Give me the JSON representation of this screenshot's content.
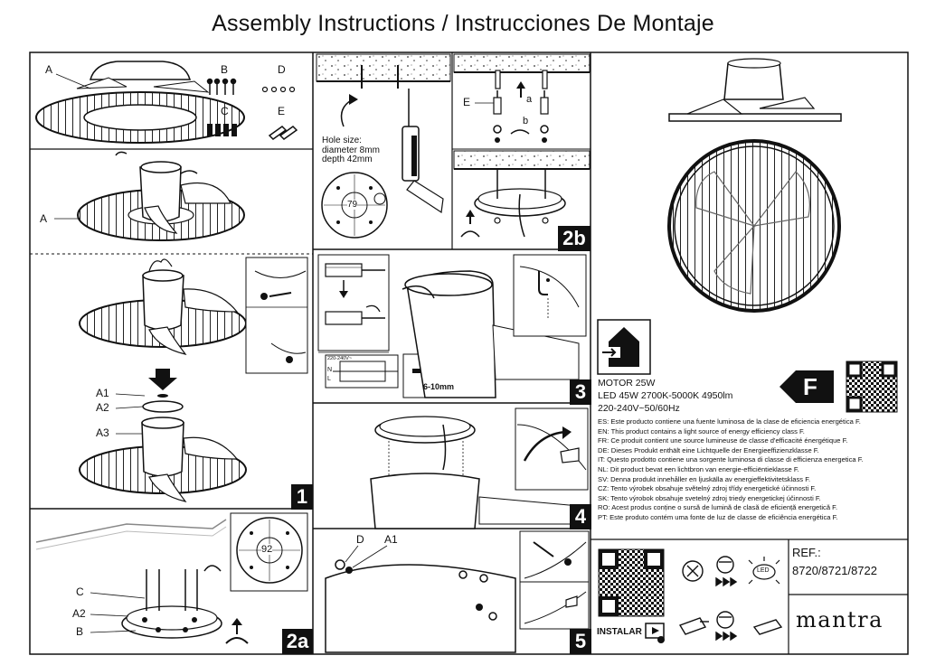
{
  "page_title": "Assembly Instructions / Instrucciones De Montaje",
  "parts": {
    "A": "A",
    "B": "B",
    "C": "C",
    "D": "D",
    "E": "E"
  },
  "step1": {
    "label_a": "A",
    "label_a1": "A1",
    "label_a2": "A2",
    "label_a3": "A3",
    "number": "1"
  },
  "step2a": {
    "label_c": "C",
    "label_a2": "A2",
    "label_b": "B",
    "diameter": "92",
    "number": "2a"
  },
  "step_drill": {
    "hole_size": "Hole size:",
    "diameter": "diameter 8mm",
    "depth": "depth 42mm",
    "template": "79"
  },
  "step2b": {
    "label_e": "E",
    "label_a": "a",
    "label_b": "b",
    "number": "2b"
  },
  "step3": {
    "voltage": "220-240V~",
    "n": "N",
    "l": "L",
    "strip": "6-10mm",
    "number": "3"
  },
  "step4": {
    "number": "4"
  },
  "step5": {
    "label_d": "D",
    "label_a1": "A1",
    "number": "5"
  },
  "specs": {
    "motor": "MOTOR 25W",
    "led": "LED 45W 2700K-5000K 4950lm",
    "voltage": "220-240V~50/60Hz",
    "energy_class": "F"
  },
  "energy_lines": [
    "ES: Este producto contiene una fuente luminosa de la clase de eficiencia energética F.",
    "EN: This product contains a light source of energy efficiency class F.",
    "FR: Ce produit contient une source lumineuse de classe d'efficacité énergétique F.",
    "DE: Dieses Produkt enthält eine Lichtquelle der Energieeffizienzklasse F.",
    "IT: Questo prodotto contiene una sorgente luminosa di classe di efficienza energetica F.",
    "NL: Dit product bevat een lichtbron van energie-efficiëntieklasse F.",
    "SV: Denna produkt innehåller en ljuskälla av energieffektivitetsklass F.",
    "CZ: Tento výrobek obsahuje světelný zdroj třídy energetické účinnosti F.",
    "SK: Tento výrobok obsahuje svetelný zdroj triedy energetickej účinnosti F.",
    "RO: Acest produs conține o sursă de lumină de clasă de eficiență energetică F.",
    "PT: Este produto contém uma fonte de luz de classe de eficiência energética F."
  ],
  "ref": {
    "label": "REF.:",
    "codes": "8720/8721/8722"
  },
  "install_label": "INSTALAR",
  "icon_led": "LED",
  "brand": "mantra",
  "colors": {
    "ink": "#111111",
    "background": "#ffffff"
  },
  "icons": [
    "house-exit-icon",
    "qr-code-icon",
    "energy-class-arrow-icon",
    "play-video-icon",
    "led-icon",
    "remote-icon",
    "driver-icon"
  ]
}
